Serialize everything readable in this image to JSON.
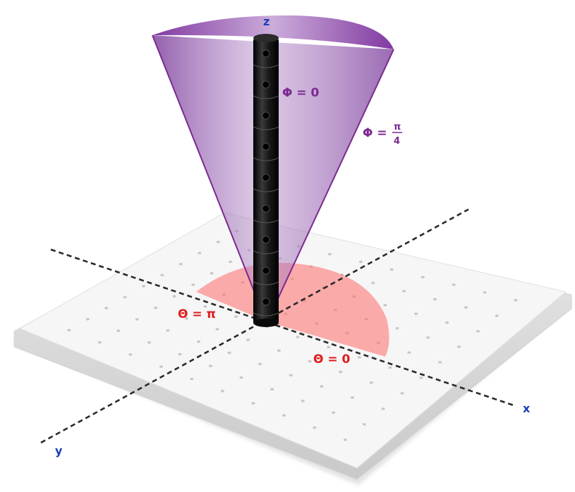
{
  "axes": {
    "x_label": "x",
    "y_label": "y",
    "z_label": "z"
  },
  "labels": {
    "phi_zero": "Φ = 0",
    "phi_quarter_prefix": "Φ =",
    "phi_quarter_numerator": "π",
    "phi_quarter_denominator": "4",
    "theta_pi": "Θ = π",
    "theta_zero": "Θ = 0"
  },
  "colors": {
    "axis_label": "#1a3fb8",
    "phi_label": "#7a2a90",
    "theta_label": "#e01c1c",
    "cone_fill": "#8c4aa6",
    "half_disc_fill": "#ff6b6b",
    "board": "#f4f4f4",
    "rod": "#141414"
  },
  "icons": {
    "board": "pegboard-icon",
    "rod": "peg-rod-icon"
  }
}
